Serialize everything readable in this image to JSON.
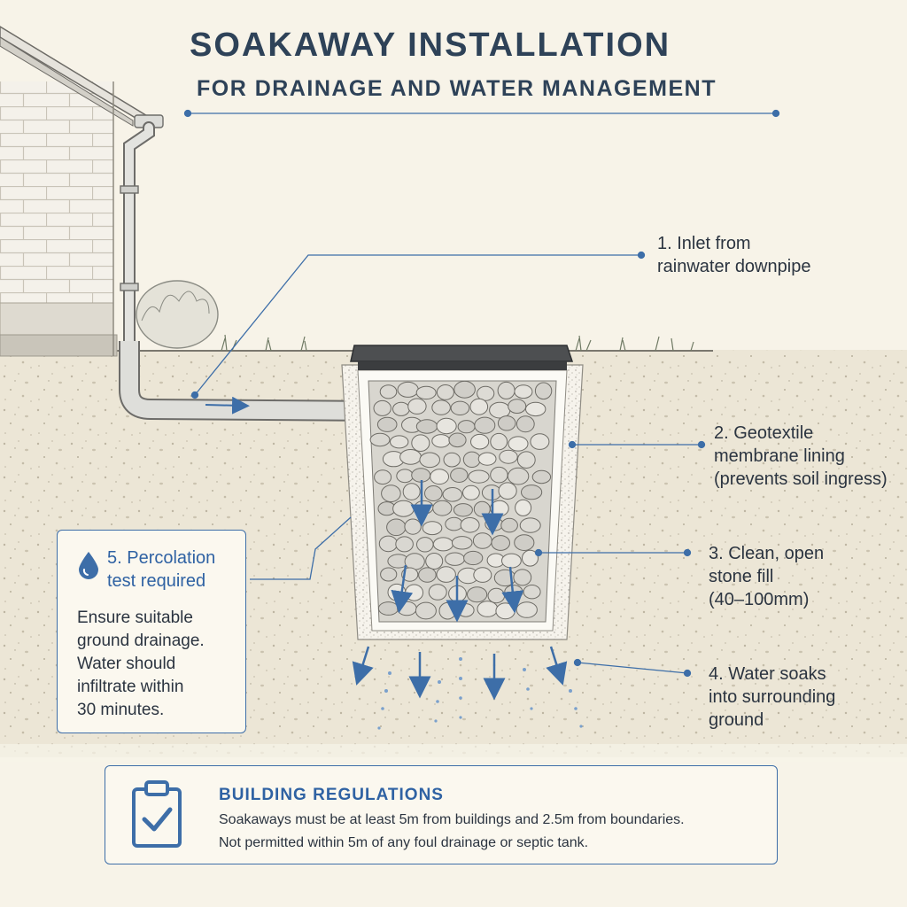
{
  "title": "SOAKAWAY INSTALLATION",
  "subtitle": "FOR DRAINAGE AND WATER MANAGEMENT",
  "labels": {
    "inlet": "1. Inlet from\nrainwater downpipe",
    "geotextile": "2. Geotextile\nmembrane lining\n(prevents soil ingress)",
    "stone": "3. Clean, open\nstone fill\n(40–100mm)",
    "soak": "4. Water soaks\ninto surrounding\nground"
  },
  "percolation": {
    "title": "5. Percolation\ntest required",
    "body": "Ensure suitable\nground drainage.\nWater should\ninfiltrate within\n30 minutes.",
    "icon": "water-drop-icon"
  },
  "regulations": {
    "title": "BUILDING REGULATIONS",
    "line1": "Soakaways must be at least 5m from buildings and 2.5m from boundaries.",
    "line2": "Not permitted within 5m of any foul drainage or septic tank.",
    "icon": "clipboard-check-icon"
  },
  "colors": {
    "accent": "#3d6ea8",
    "text": "#2b3440",
    "background": "#f7f3e8"
  }
}
